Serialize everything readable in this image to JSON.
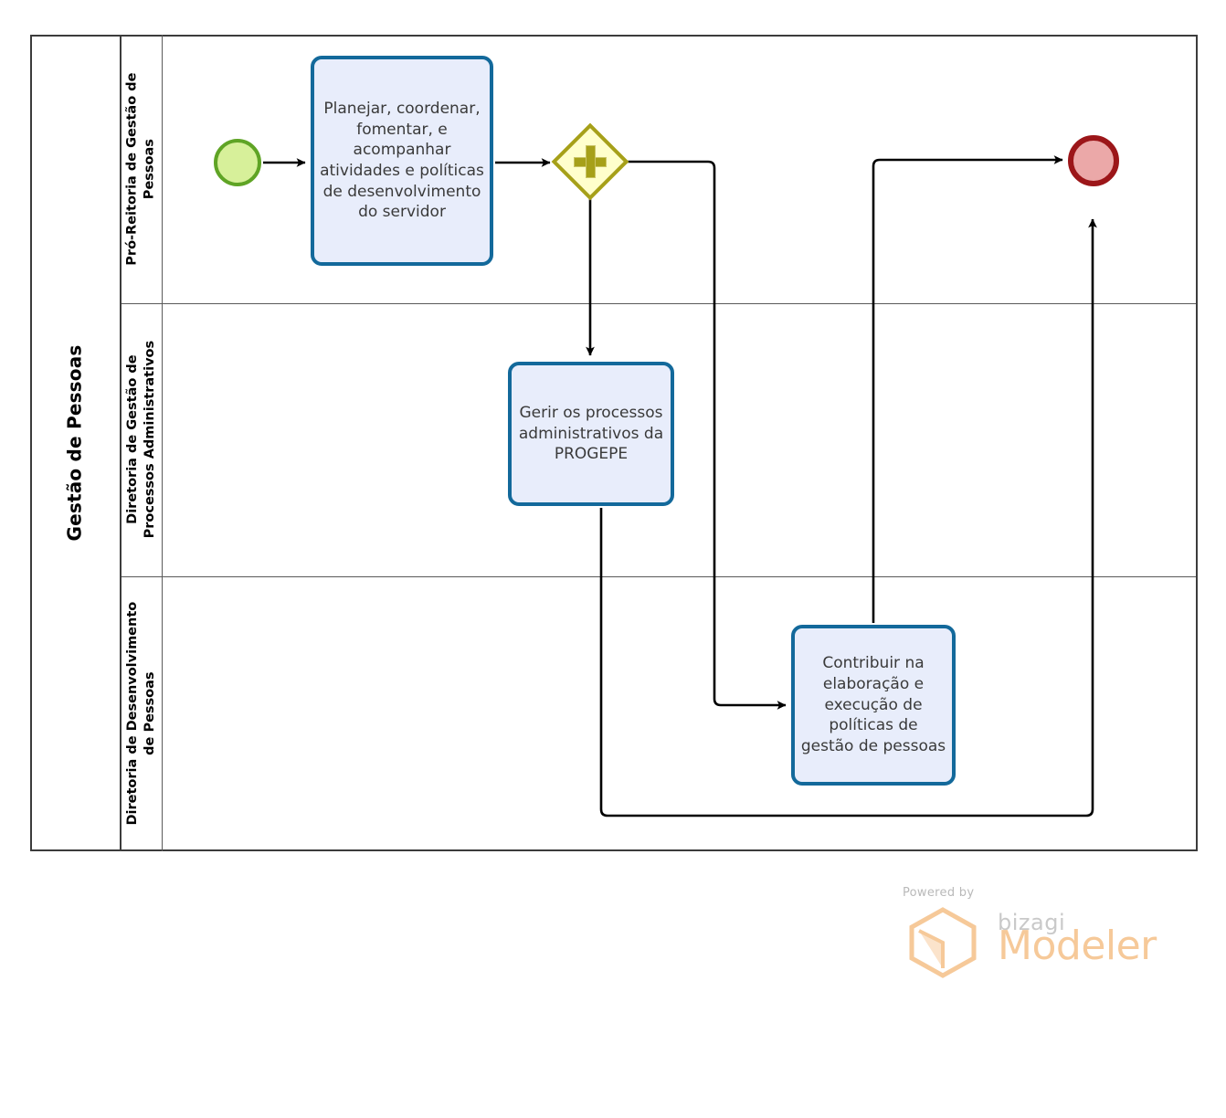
{
  "diagram": {
    "type": "bpmn-process",
    "pool": {
      "name": "Gestão de Pessoas"
    },
    "lanes": [
      {
        "id": "lane-1",
        "name": "Pró-Reitoria de Gestão de Pessoas"
      },
      {
        "id": "lane-2",
        "name": "Diretoria de Gestão de Processos Administrativos"
      },
      {
        "id": "lane-3",
        "name": "Diretoria de Desenvolvimento de Pessoas"
      }
    ],
    "events": [
      {
        "id": "start-event",
        "kind": "start",
        "lane": "lane-1",
        "label": "",
        "fill": "#d7f09a",
        "stroke": "#5fa425"
      },
      {
        "id": "end-event",
        "kind": "end",
        "lane": "lane-1",
        "label": "",
        "fill": "#eba8a8",
        "stroke": "#9c1619"
      }
    ],
    "gateways": [
      {
        "id": "parallel-gateway",
        "kind": "parallel",
        "lane": "lane-1",
        "label": "",
        "fill": "#ffffcc",
        "stroke": "#a6a019"
      }
    ],
    "tasks": [
      {
        "id": "task-1",
        "lane": "lane-1",
        "label": "Planejar, coordenar, fomentar, e acompanhar atividades e políticas de desenvolvimento do servidor"
      },
      {
        "id": "task-2",
        "lane": "lane-2",
        "label": "Gerir os processos administrativos da PROGEPE"
      },
      {
        "id": "task-3",
        "lane": "lane-3",
        "label": "Contribuir na elaboração e execução de políticas de gestão de pessoas"
      }
    ],
    "flows": [
      {
        "from": "start-event",
        "to": "task-1"
      },
      {
        "from": "task-1",
        "to": "parallel-gateway"
      },
      {
        "from": "parallel-gateway",
        "to": "task-2"
      },
      {
        "from": "parallel-gateway",
        "to": "task-3"
      },
      {
        "from": "task-3",
        "to": "end-event"
      },
      {
        "from": "task-2",
        "to": "end-event"
      }
    ],
    "colors": {
      "task_fill": "#e8edfb",
      "task_stroke": "#13699b",
      "pool_stroke": "#3c3c3c",
      "lane_stroke": "#5a5a5a",
      "flow_stroke": "#000000"
    }
  },
  "watermark": {
    "powered_by": "Powered by",
    "brand": "bizagi",
    "product": "Modeler",
    "brand_color": "#f6c999"
  }
}
